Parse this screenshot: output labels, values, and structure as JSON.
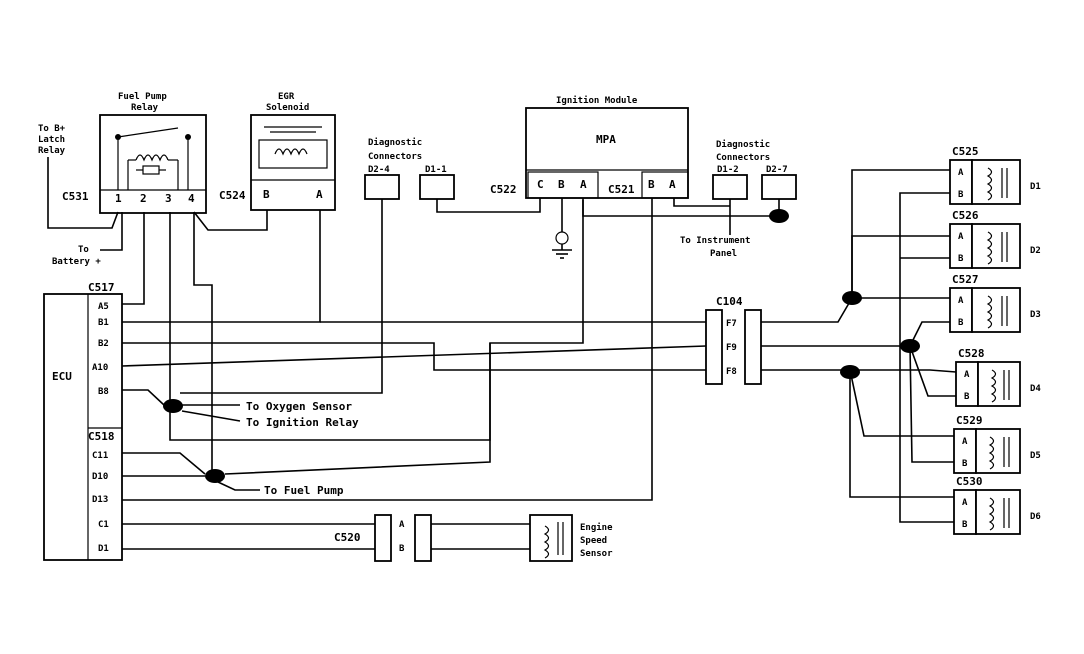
{
  "labels": {
    "fuel_pump_relay": [
      "Fuel Pump",
      "Relay"
    ],
    "egr_solenoid": [
      "EGR",
      "Solenoid"
    ],
    "ignition_module": "Ignition Module",
    "mpa": "MPA",
    "diag1": [
      "Diagnostic",
      "Connectors"
    ],
    "diag2": [
      "Diagnostic",
      "Connectors"
    ],
    "to_bplus": [
      "To B+",
      "Latch",
      "Relay"
    ],
    "to_battery": [
      "To",
      "Battery +"
    ],
    "to_instrument": [
      "To Instrument",
      "Panel"
    ],
    "to_oxygen": "To Oxygen Sensor",
    "to_ignition_relay": "To Ignition Relay",
    "to_fuel_pump": "To Fuel Pump",
    "engine_speed": [
      "Engine",
      "Speed",
      "Sensor"
    ],
    "ecu": "ECU"
  },
  "connectors": {
    "c531": "C531",
    "c524": "C524",
    "c522": "C522",
    "c521": "C521",
    "c517": "C517",
    "c518": "C518",
    "c520": "C520",
    "c104": "C104",
    "c525": "C525",
    "c526": "C526",
    "c527": "C527",
    "c528": "C528",
    "c529": "C529",
    "c530": "C530"
  },
  "pins": {
    "relay": [
      "1",
      "2",
      "3",
      "4"
    ],
    "egr": [
      "B",
      "A"
    ],
    "c522": [
      "C",
      "B",
      "A"
    ],
    "c521": [
      "B",
      "A"
    ],
    "diag": [
      "D2-4",
      "D1-1",
      "D1-2",
      "D2-7"
    ],
    "c517": [
      "A5",
      "B1",
      "B2",
      "A10",
      "B8"
    ],
    "c518": [
      "C11",
      "D10",
      "D13",
      "C1",
      "D1"
    ],
    "c104": [
      "F7",
      "F9",
      "F8"
    ],
    "c520": [
      "A",
      "B"
    ],
    "injector": [
      "A",
      "B"
    ]
  },
  "injectors": [
    "D1",
    "D2",
    "D3",
    "D4",
    "D5",
    "D6"
  ]
}
